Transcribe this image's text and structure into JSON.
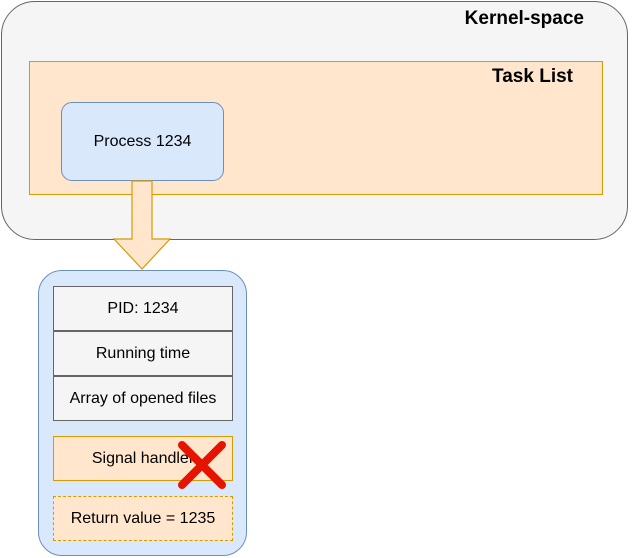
{
  "kernel_space": {
    "label": "Kernel-space"
  },
  "task_list": {
    "label": "Task List"
  },
  "process": {
    "label": "Process 1234"
  },
  "process_struct": {
    "fields": [
      {
        "label": "PID: 1234"
      },
      {
        "label": "Running time"
      },
      {
        "label": "Array of opened files"
      }
    ],
    "signal_handler": {
      "label": "Signal handler",
      "removed": true
    },
    "return_value": {
      "label": "Return value = 1235"
    }
  },
  "colors": {
    "kernel_fill": "#f5f5f5",
    "task_list_fill": "#ffe6cc",
    "task_list_border": "#d79b00",
    "process_fill": "#dae8fc",
    "process_border": "#6c8ebf",
    "cross": "#e51400",
    "arrow_fill": "#ffe6cc",
    "arrow_border": "#d79b00"
  },
  "icons": {
    "arrow": "down-arrow-icon",
    "cross": "red-cross-icon"
  }
}
